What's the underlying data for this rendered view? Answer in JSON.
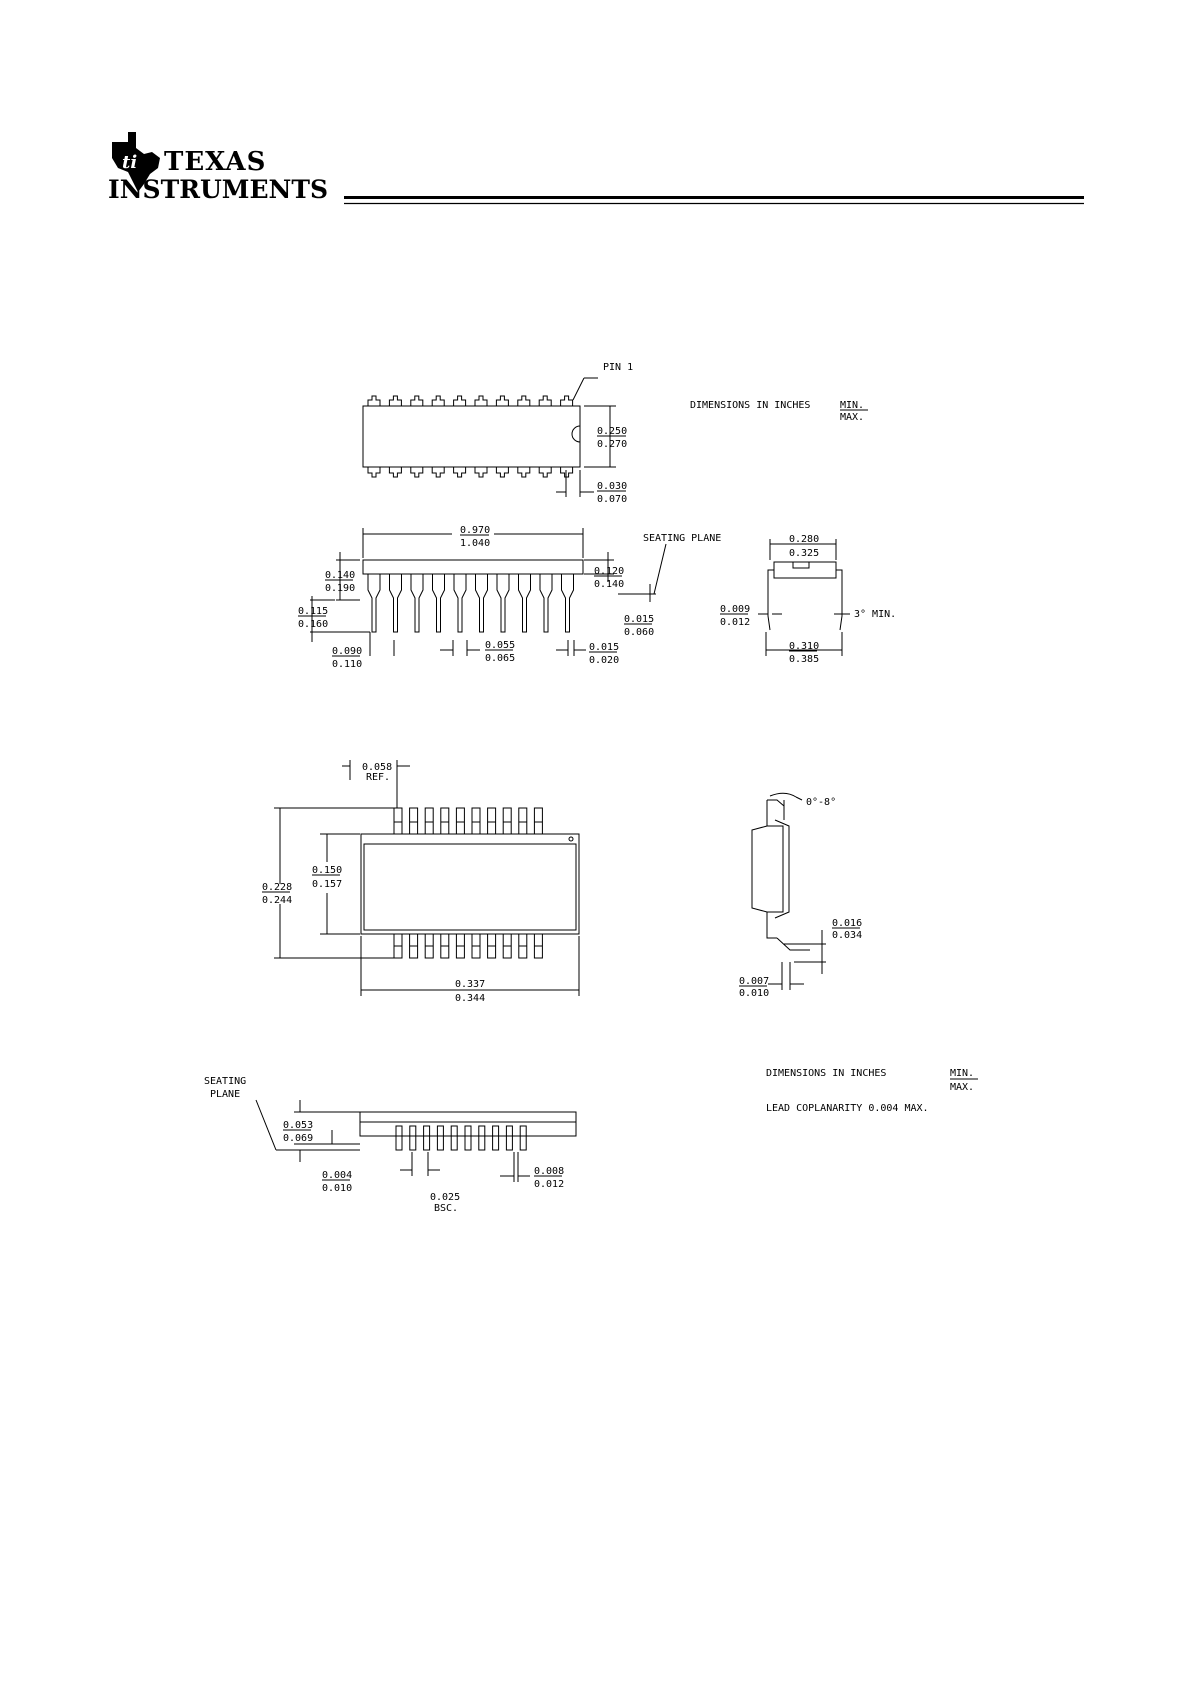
{
  "brand": {
    "line1": "TEXAS",
    "line2": "INSTRUMENTS"
  },
  "dip": {
    "pin1": "PIN 1",
    "units": "DIMENSIONS IN INCHES",
    "units_min": "MIN.",
    "units_max": "MAX.",
    "seating_plane": "SEATING PLANE",
    "top_w": [
      "0.250",
      "0.270"
    ],
    "top_s": [
      "0.030",
      "0.070"
    ],
    "len": [
      "0.970",
      "1.040"
    ],
    "h1": [
      "0.140",
      "0.190"
    ],
    "h2": [
      "0.115",
      "0.160"
    ],
    "h3": [
      "0.120",
      "0.140"
    ],
    "h4": [
      "0.015",
      "0.060"
    ],
    "p1": [
      "0.090",
      "0.110"
    ],
    "p2": [
      "0.055",
      "0.065"
    ],
    "p3": [
      "0.015",
      "0.020"
    ],
    "end_w": [
      "0.280",
      "0.325"
    ],
    "end_t": [
      "0.009",
      "0.012"
    ],
    "end_angle": "3° MIN.",
    "end_s": [
      "0.310",
      "0.385"
    ]
  },
  "soic": {
    "ref": [
      "0.058",
      "REF."
    ],
    "body_w": [
      "0.150",
      "0.157"
    ],
    "total_w": [
      "0.228",
      "0.244"
    ],
    "len": [
      "0.337",
      "0.344"
    ],
    "angle": "0°-8°",
    "foot": [
      "0.016",
      "0.034"
    ],
    "lead_t": [
      "0.007",
      "0.010"
    ],
    "seating": [
      "SEATING",
      "PLANE"
    ],
    "height": [
      "0.053",
      "0.069"
    ],
    "standoff": [
      "0.004",
      "0.010"
    ],
    "pitch": [
      "0.025",
      "BSC."
    ],
    "lead_w": [
      "0.008",
      "0.012"
    ],
    "units": "DIMENSIONS IN INCHES",
    "units_min": "MIN.",
    "units_max": "MAX.",
    "coplanarity": "LEAD COPLANARITY 0.004 MAX."
  }
}
